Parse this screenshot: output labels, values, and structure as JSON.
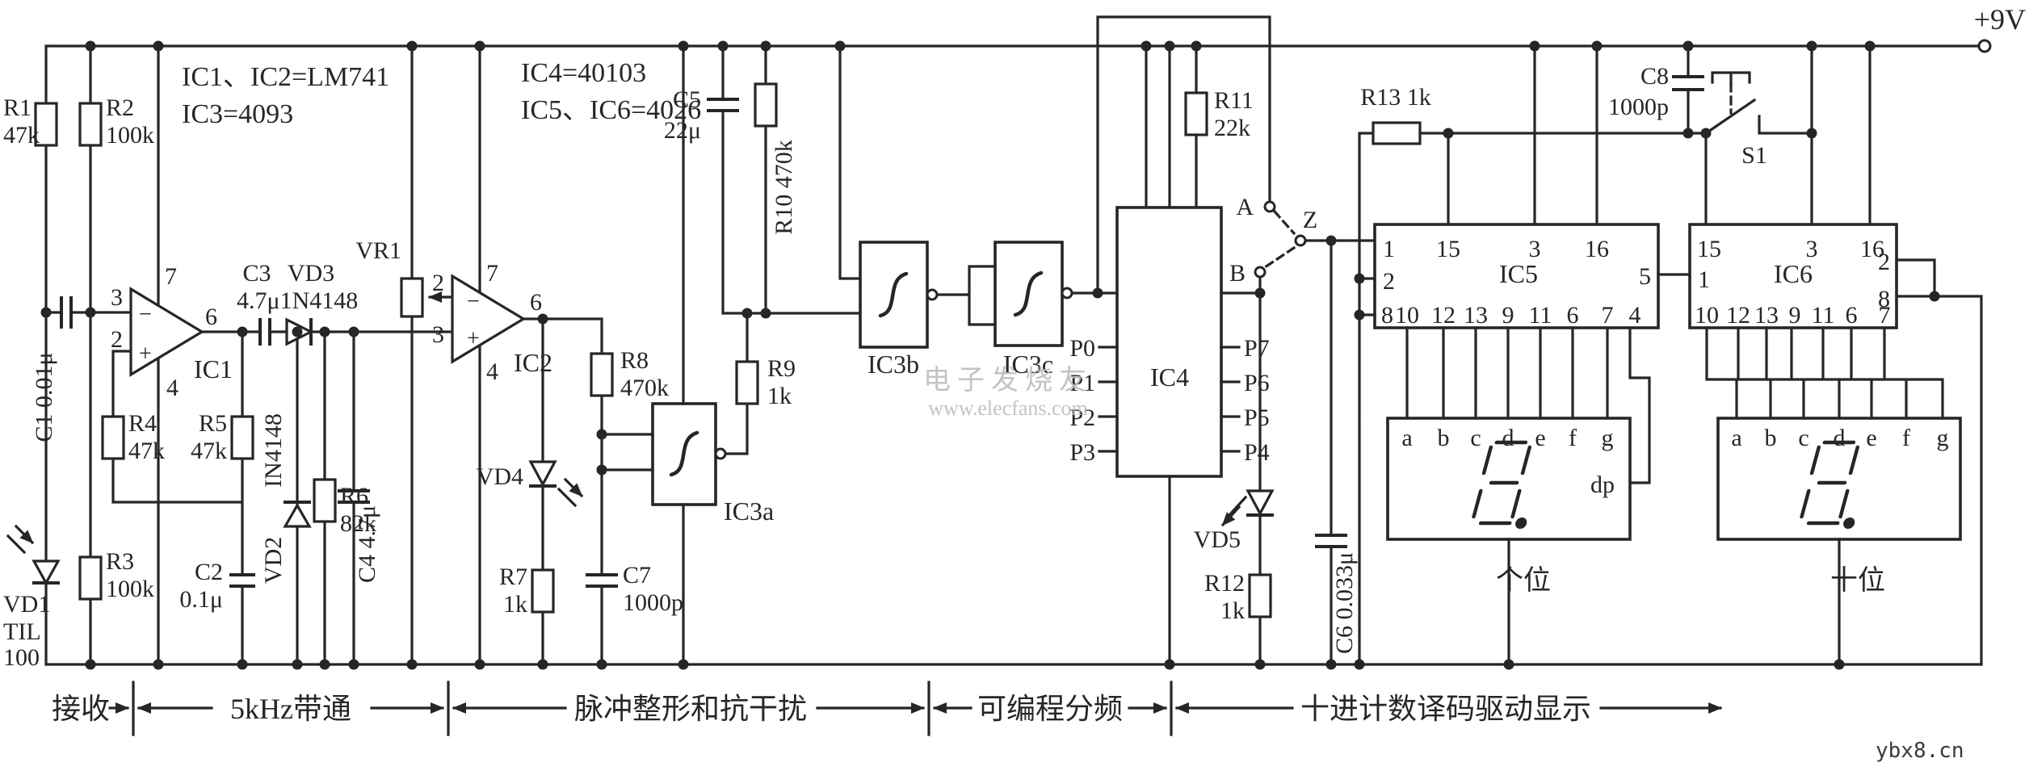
{
  "power": {
    "v9": "+9V"
  },
  "notes": {
    "n1": "IC1、IC2=LM741",
    "n2": "IC3=4093",
    "n3": "IC4=40103",
    "n4": "IC5、IC6=4026"
  },
  "res": {
    "r1": [
      "R1",
      "47k"
    ],
    "r2": [
      "R2",
      "100k"
    ],
    "r3": [
      "R3",
      "100k"
    ],
    "r4": [
      "R4",
      "47k"
    ],
    "r5": [
      "R5",
      "47k"
    ],
    "r6": [
      "R6",
      "82k"
    ],
    "r7": [
      "R7",
      "1k"
    ],
    "r8": [
      "R8",
      "470k"
    ],
    "r9": [
      "R9",
      "1k"
    ],
    "r10": "R10 470k",
    "r11": [
      "R11",
      "22k"
    ],
    "r12": [
      "R12",
      "1k"
    ],
    "r13": "R13 1k"
  },
  "cap": {
    "c1": "C1 0.01μ",
    "c2": [
      "C2",
      "0.1μ"
    ],
    "c3": [
      "C3",
      "4.7μ1N4148"
    ],
    "c4": "C4 4.7μ",
    "c5": [
      "C5",
      "22μ"
    ],
    "c6": "C6 0.033μ",
    "c7": [
      "C7",
      "1000p"
    ],
    "c8": [
      "C8",
      "1000p"
    ]
  },
  "dio": {
    "vd1": [
      "VD1",
      "TIL",
      "100"
    ],
    "vd2": [
      "VD2",
      "IN4148"
    ],
    "vd3": "VD3",
    "vd4": "VD4",
    "vd5": "VD5"
  },
  "vr": {
    "vr1": "VR1"
  },
  "ic": {
    "ic1": "IC1",
    "ic2": "IC2",
    "ic3a": "IC3a",
    "ic3b": "IC3b",
    "ic3c": "IC3c",
    "ic4": "IC4",
    "ic5": "IC5",
    "ic6": "IC6"
  },
  "op1": {
    "p3": "3",
    "p2": "2",
    "p7": "7",
    "p6": "6",
    "p4": "4",
    "minus": "−",
    "plus": "+"
  },
  "op2": {
    "p2": "2",
    "p3": "3",
    "p7": "7",
    "p6": "6",
    "p4": "4",
    "minus": "−",
    "plus": "+"
  },
  "ic4pins": {
    "left": [
      "P0",
      "P1",
      "P2",
      "P3"
    ],
    "right": [
      "P7",
      "P6",
      "P5",
      "P4"
    ]
  },
  "ic5pins": {
    "top": [
      "1",
      "15",
      "3",
      "16"
    ],
    "left": [
      "2",
      "8"
    ],
    "right5": "5",
    "bottom": [
      "10",
      "12",
      "13",
      "9",
      "11",
      "6",
      "7",
      "4"
    ]
  },
  "ic6pins": {
    "top": [
      "15",
      "3",
      "16"
    ],
    "left1": "1",
    "right": [
      "2",
      "8"
    ],
    "bottom": [
      "10",
      "12",
      "13",
      "9",
      "11",
      "6",
      "7"
    ]
  },
  "display1": {
    "segs": [
      "a",
      "b",
      "c",
      "d",
      "e",
      "f",
      "g"
    ],
    "dp": "dp",
    "caption": "个位"
  },
  "display2": {
    "segs": [
      "a",
      "b",
      "c",
      "d",
      "e",
      "f",
      "g"
    ],
    "caption": "十位"
  },
  "sw": {
    "a": "A",
    "z": "Z",
    "b": "B",
    "s1": "S1"
  },
  "sections": [
    "接收",
    "5kHz带通",
    "脉冲整形和抗干扰",
    "可编程分频",
    "十进计数译码驱动显示"
  ],
  "watermark": {
    "l1": "电子发烧友",
    "l2": "www.elecfans.com"
  },
  "brand": "ybx8.cn",
  "colors": {
    "ink": "#262626",
    "paper": "#ffffff",
    "watermark": "#bdbdbd",
    "brand": "#3a3a3a"
  }
}
